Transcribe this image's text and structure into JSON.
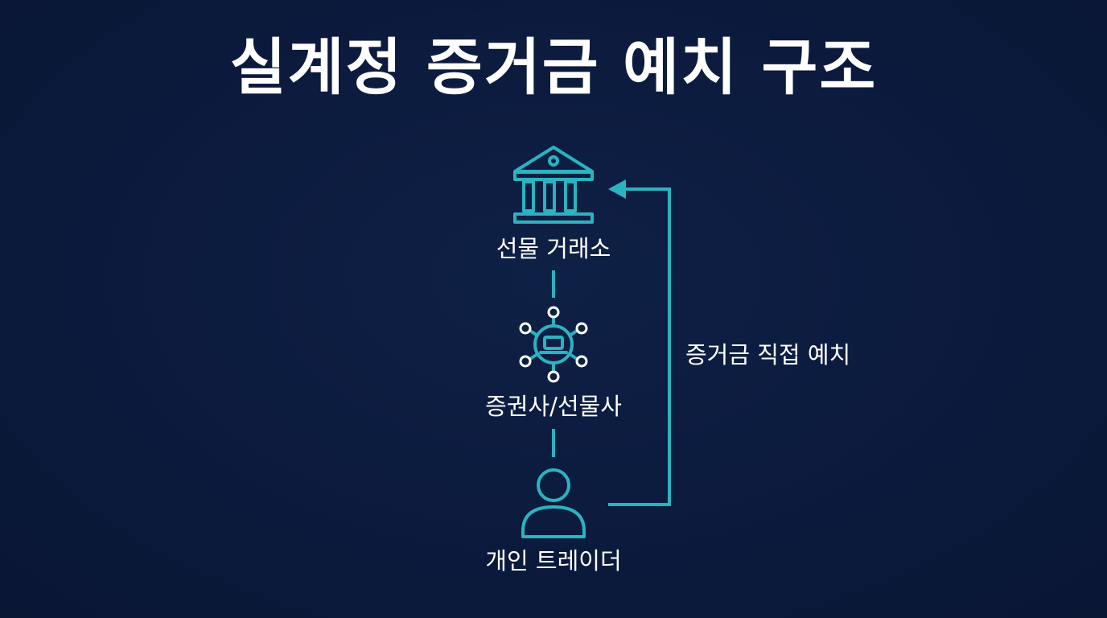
{
  "title": "실계정 증거금 예치 구조",
  "nodes": [
    {
      "id": "exchange",
      "label": "선물 거래소",
      "icon": "bank-icon"
    },
    {
      "id": "broker",
      "label": "증권사/선물사",
      "icon": "network-hub-icon"
    },
    {
      "id": "trader",
      "label": "개인 트레이더",
      "icon": "person-icon"
    }
  ],
  "edges": [
    {
      "from": "exchange",
      "to": "broker",
      "style": "solid"
    },
    {
      "from": "broker",
      "to": "trader",
      "style": "solid"
    },
    {
      "from": "trader",
      "to": "exchange",
      "style": "arrow",
      "label": "증거금 직접 예치"
    }
  ],
  "colors": {
    "background": "#0b1a3c",
    "accent": "#2ab3c0",
    "text": "#ffffff"
  }
}
